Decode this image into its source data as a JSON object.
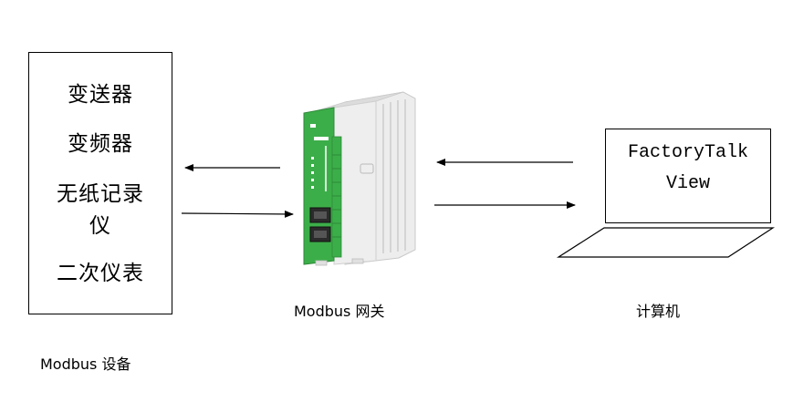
{
  "modbus_devices": {
    "items": [
      "变送器",
      "变频器",
      "无纸记录",
      "仪",
      "二次仪表"
    ],
    "caption": "Modbus 设备"
  },
  "gateway": {
    "caption": "Modbus 网关",
    "body_color": "#e9e9e9",
    "accent_color": "#3cae49"
  },
  "computer": {
    "screen_lines": [
      "FactoryTalk",
      "View"
    ],
    "caption": "计算机"
  }
}
